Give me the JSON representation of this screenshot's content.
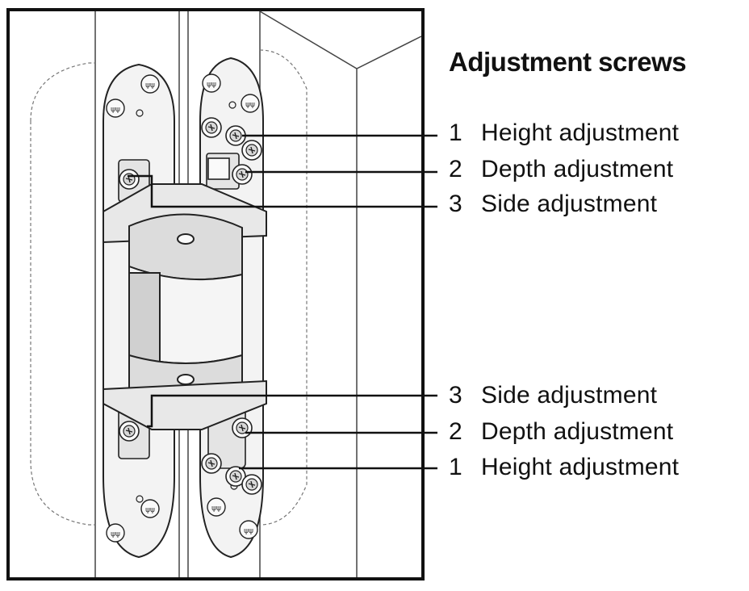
{
  "title": "Adjustment screws",
  "callouts": {
    "top": [
      {
        "number": "1",
        "label": "Height adjustment"
      },
      {
        "number": "2",
        "label": "Depth adjustment"
      },
      {
        "number": "3",
        "label": "Side adjustment"
      }
    ],
    "bottom": [
      {
        "number": "3",
        "label": "Side adjustment"
      },
      {
        "number": "2",
        "label": "Depth adjustment"
      },
      {
        "number": "1",
        "label": "Height adjustment"
      }
    ]
  },
  "colors": {
    "line": "#111111",
    "plate": "#f2f2f2",
    "shade": "#c9c9c9"
  },
  "icons": [
    "screw-icon",
    "leader-line"
  ]
}
